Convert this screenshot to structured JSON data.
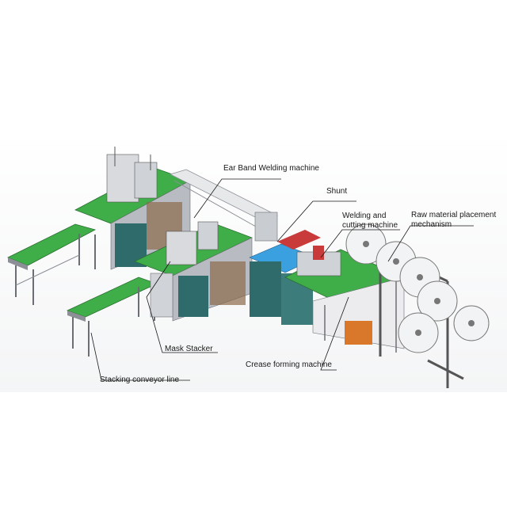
{
  "labels": {
    "ear_band": "Ear Band Welding machine",
    "shunt": "Shunt",
    "welding_line1": "Welding and",
    "welding_line2": "cutting machine",
    "raw_line1": "Raw material placement",
    "raw_line2": "mechanism",
    "mask_stacker": "Mask Stacker",
    "crease": "Crease forming machine",
    "stacking": "Stacking conveyor line"
  },
  "colors": {
    "belt_green": "#3fae49",
    "frame_grey": "#8c9096",
    "cabinet_teal": "#2f6b6a",
    "accent_blue": "#3aa0e0",
    "accent_orange": "#d9782a",
    "accent_red": "#c93a3a"
  }
}
